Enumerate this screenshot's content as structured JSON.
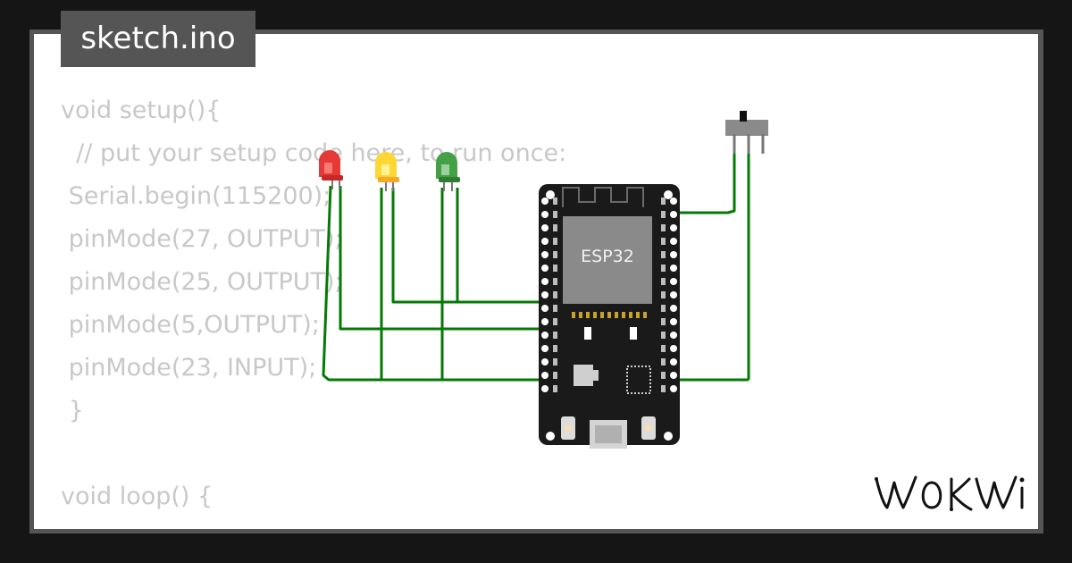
{
  "file_tab": {
    "label": "sketch.ino"
  },
  "code_lines": [
    "void setup(){",
    "  // put your setup code here, to run once:",
    " Serial.begin(115200);",
    " pinMode(27, OUTPUT);",
    " pinMode(25, OUTPUT);",
    " pinMode(5,OUTPUT);",
    " pinMode(23, INPUT);",
    " }",
    "",
    "void loop() {"
  ],
  "board": {
    "label": "ESP32"
  },
  "components": {
    "leds": [
      {
        "name": "red-led",
        "color": "#e53935"
      },
      {
        "name": "yellow-led",
        "color": "#fdd835"
      },
      {
        "name": "green-led",
        "color": "#43a047"
      }
    ],
    "switch": {
      "name": "slide-switch"
    }
  },
  "colors": {
    "background": "#151515",
    "frame": "#555555",
    "canvas": "#ffffff",
    "code_text": "#c8c8c8",
    "wire": "#047a04",
    "board": "#1a1a1a"
  },
  "brand": {
    "logo": "wokwi-logo"
  }
}
